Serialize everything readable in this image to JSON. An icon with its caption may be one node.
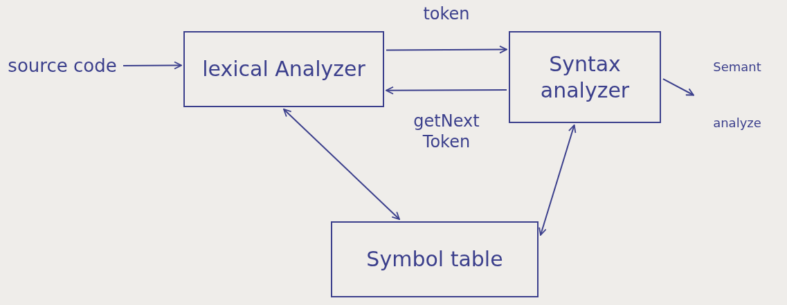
{
  "diagram": {
    "nodes": [
      {
        "text": [
          "source code"
        ]
      },
      {
        "text": [
          "lexical Analyzer"
        ]
      },
      {
        "text": [
          "Syntax analyzer"
        ]
      },
      {
        "text": [
          "Symbol table"
        ]
      },
      {
        "text": [
          "Semant",
          "analyze"
        ]
      }
    ],
    "edges": [
      {
        "from": 0,
        "to": 1,
        "arrow": "to"
      },
      {
        "from": 1,
        "to": 2,
        "arrow": "to",
        "label": "token"
      },
      {
        "from": 2,
        "to": 1,
        "arrow": "to",
        "label": "getNext Token"
      },
      {
        "from": 1,
        "to": 3,
        "arrow": "both"
      },
      {
        "from": 3,
        "to": 2,
        "arrow": "both"
      },
      {
        "from": 2,
        "to": 4,
        "arrow": "to"
      }
    ]
  }
}
